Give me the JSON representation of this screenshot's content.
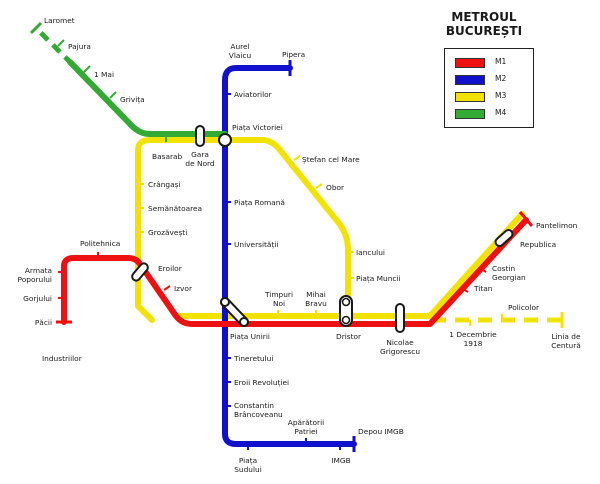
{
  "title": "METROUL\nBUCUREȘTI",
  "colors": {
    "M1": "#ee1111",
    "M2": "#1111cc",
    "M3": "#f2e200",
    "M4": "#33aa33"
  },
  "legend": [
    {
      "line": "M1",
      "label": "M1",
      "color": "#ee1111"
    },
    {
      "line": "M2",
      "label": "M2",
      "color": "#1111cc"
    },
    {
      "line": "M3",
      "label": "M3",
      "color": "#f2e200"
    },
    {
      "line": "M4",
      "label": "M4",
      "color": "#33aa33"
    }
  ],
  "stations": {
    "laromet": "Laromet",
    "pajura": "Pajura",
    "unu_mai": "1 Mai",
    "grivita": "Grivița",
    "basarab": "Basarab",
    "gara_de_nord": "Gara\nde Nord",
    "aurel_vlaicu": "Aurel\nVlaicu",
    "pipera": "Pipera",
    "aviatorilor": "Aviatorilor",
    "piata_victoriei": "Piața Victoriei",
    "stefan_cel_mare": "Ștefan cel Mare",
    "obor": "Obor",
    "crangasi": "Crângași",
    "semanatoarea": "Semănătoarea",
    "grozavesti": "Grozăvești",
    "piata_romana": "Piața Romană",
    "universitatii": "Universității",
    "iancului": "Iancului",
    "piata_muncii": "Piața Muncii",
    "politehnica": "Politehnica",
    "eroilor": "Eroilor",
    "izvor": "Izvor",
    "armata_poporului": "Armata\nPoporului",
    "gorjului": "Gorjului",
    "pacii": "Păcii",
    "industriilor": "Industriilor",
    "timpuri_noi": "Timpuri\nNoi",
    "mihai_bravu": "Mihai\nBravu",
    "dristor": "Dristor",
    "piata_unirii": "Piața Unirii",
    "nicolae_grigorescu": "Nicolae\nGrigorescu",
    "unu_decembrie_1918": "1 Decembrie\n1918",
    "policolor": "Policolor",
    "linia_de_centura": "Linia de\nCentură",
    "pantelimon": "Pantelimon",
    "republica": "Republica",
    "costin_georgian": "Costin\nGeorgian",
    "titan": "Titan",
    "tineretului": "Tineretului",
    "eroii_revolutiei": "Eroii Revoluției",
    "constantin_brancoveanu": "Constantin\nBrâncoveanu",
    "aparatorii_patriei": "Apărătorii\nPatriei",
    "depou_imgb": "Depou IMGB",
    "piata_sudului": "Piața\nSudului",
    "imgb": "IMGB"
  }
}
